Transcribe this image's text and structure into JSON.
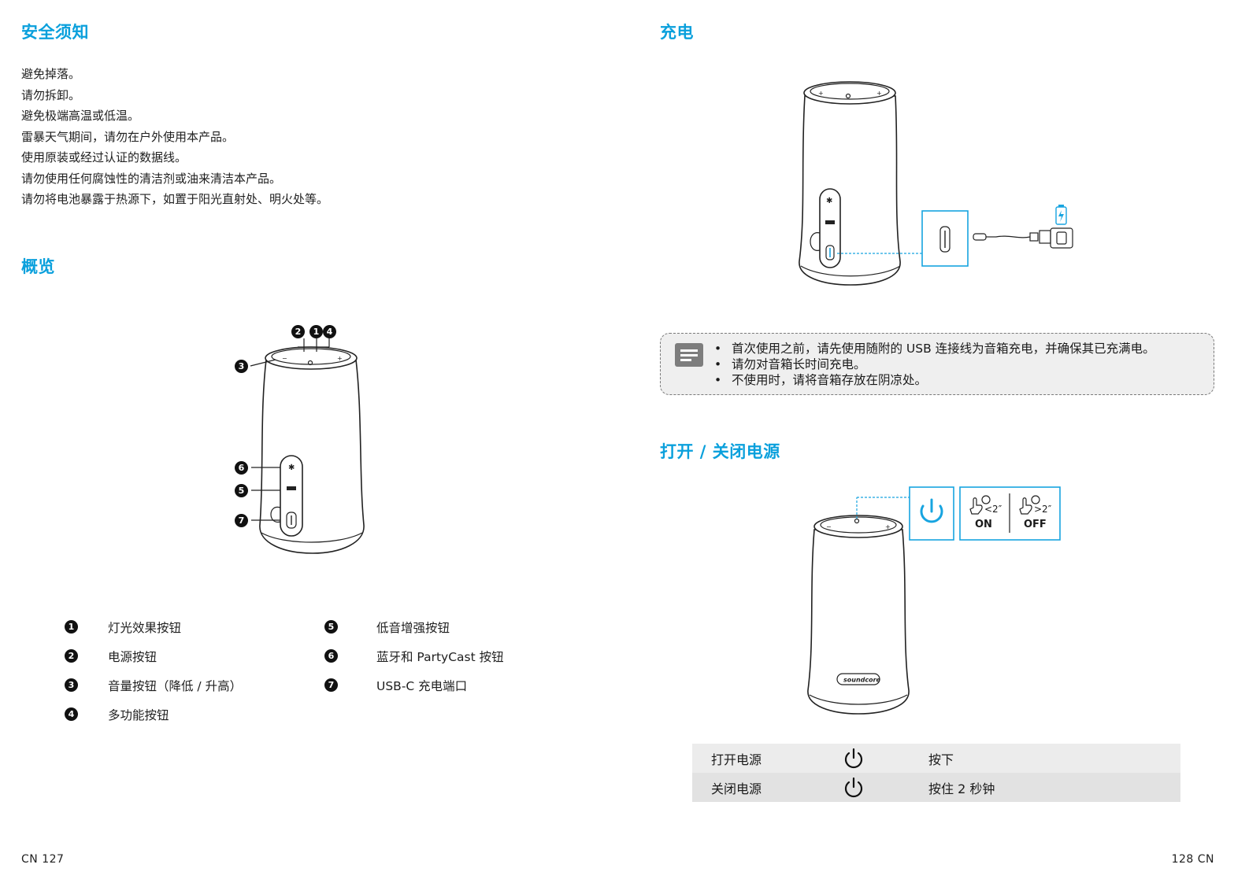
{
  "left_page": {
    "safety": {
      "title": "安全须知",
      "items": [
        "避免掉落。",
        "请勿拆卸。",
        "避免极端高温或低温。",
        "雷暴天气期间，请勿在户外使用本产品。",
        "使用原装或经过认证的数据线。",
        "请勿使用任何腐蚀性的清洁剂或油来清洁本产品。",
        "请勿将电池暴露于热源下，如置于阳光直射处、明火处等。"
      ]
    },
    "overview": {
      "title": "概览",
      "callouts": [
        "2",
        "1",
        "4",
        "3",
        "6",
        "5",
        "7"
      ],
      "legend": [
        {
          "num": "1",
          "label": "灯光效果按钮"
        },
        {
          "num": "2",
          "label": "电源按钮"
        },
        {
          "num": "3",
          "label": "音量按钮（降低 / 升高）"
        },
        {
          "num": "4",
          "label": "多功能按钮"
        },
        {
          "num": "5",
          "label": "低音增强按钮"
        },
        {
          "num": "6",
          "label": "蓝牙和 PartyCast 按钮"
        },
        {
          "num": "7",
          "label": "USB-C 充电端口"
        }
      ]
    },
    "footer": "CN  127"
  },
  "right_page": {
    "charging": {
      "title": "充电",
      "notes": [
        "首次使用之前，请先使用随附的 USB 连接线为音箱充电，并确保其已充满电。",
        "请勿对音箱长时间充电。",
        "不使用时，请将音箱存放在阴凉处。"
      ]
    },
    "power": {
      "title": "打开 / 关闭电源",
      "press_short": "<2″",
      "press_long": ">2″",
      "on_label": "ON",
      "off_label": "OFF",
      "brand_logo": "soundcore",
      "table": [
        {
          "action": "打开电源",
          "icon": "power-icon",
          "operation": "按下"
        },
        {
          "action": "关闭电源",
          "icon": "power-icon",
          "operation": "按住 2 秒钟"
        }
      ]
    },
    "footer": "128  CN"
  },
  "colors": {
    "accent": "#0aa0dc",
    "table_row_1": "#ececec",
    "table_row_2": "#e2e2e2",
    "note_bg": "#efefef"
  }
}
